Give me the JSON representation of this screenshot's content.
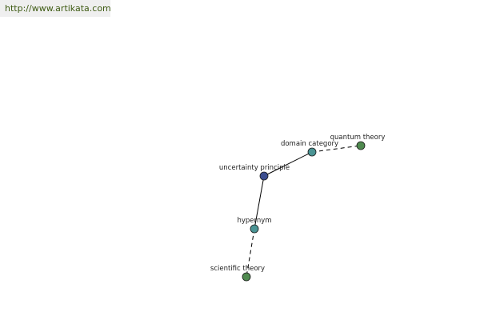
{
  "site_link": {
    "text": "http://www.artikata.com"
  },
  "graph": {
    "nodes": [
      {
        "id": "uncertainty-principle",
        "label": "uncertainty principle",
        "color": "#3b4d8f"
      },
      {
        "id": "domain-category",
        "label": "domain category",
        "color": "#4a9494"
      },
      {
        "id": "quantum-theory",
        "label": "quantum theory",
        "color": "#4f8a4f"
      },
      {
        "id": "hypernym",
        "label": "hypernym",
        "color": "#4a9494"
      },
      {
        "id": "scientific-theory",
        "label": "scientific theory",
        "color": "#4f8a4f"
      }
    ],
    "edges": [
      {
        "from": "uncertainty-principle",
        "to": "domain-category",
        "style": "solid"
      },
      {
        "from": "domain-category",
        "to": "quantum-theory",
        "style": "dashed"
      },
      {
        "from": "uncertainty-principle",
        "to": "hypernym",
        "style": "solid"
      },
      {
        "from": "hypernym",
        "to": "scientific-theory",
        "style": "dashed"
      }
    ]
  }
}
